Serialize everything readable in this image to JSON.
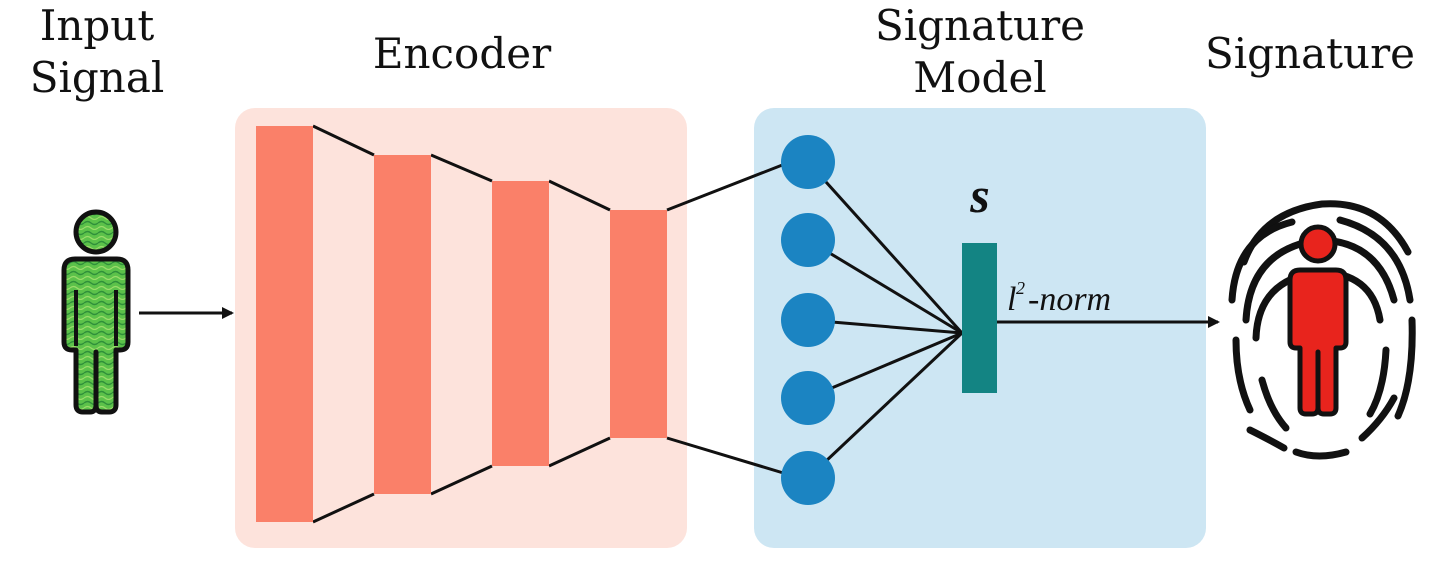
{
  "labels": {
    "input_line1": "Input",
    "input_line2": "Signal",
    "encoder": "Encoder",
    "sigmodel_line1": "Signature",
    "sigmodel_line2": "Model",
    "signature": "Signature",
    "s_symbol": "s",
    "norm_l": "l",
    "norm_sup": "2",
    "norm_rest": "-norm"
  },
  "colors": {
    "encoder_panel": "#fde3dc",
    "encoder_block": "#fa8069",
    "model_panel": "#cde6f3",
    "node": "#1b84c2",
    "signature_bar": "#138483",
    "person_green": "#5cc24a",
    "person_red": "#e8241d",
    "ink": "#111111"
  },
  "icons": {
    "input": "green-person-icon",
    "output": "fingerprint-person-icon"
  }
}
